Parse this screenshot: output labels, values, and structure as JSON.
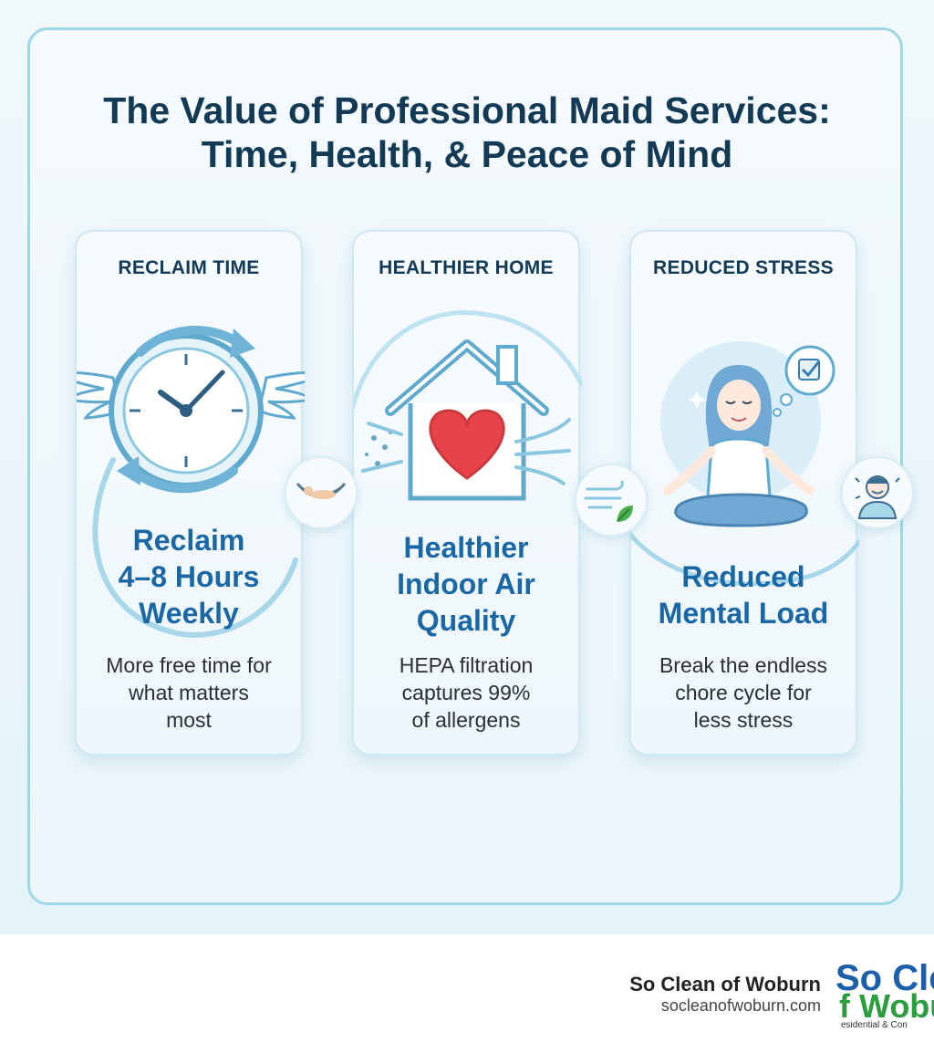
{
  "title": {
    "line1": "The Value of Professional Maid Services:",
    "line2": "Time, Health, & Peace of Mind"
  },
  "cards": [
    {
      "header": "RECLAIM TIME",
      "stat_lines": [
        "Reclaim",
        "4–8 Hours",
        "Weekly"
      ],
      "desc_lines": [
        "More free time for",
        "what matters",
        "most"
      ],
      "icon": "winged-clock-icon"
    },
    {
      "header": "HEALTHIER HOME",
      "stat_lines": [
        "Healthier",
        "Indoor Air",
        "Quality"
      ],
      "desc_lines": [
        "HEPA filtration",
        "captures 99%",
        "of allergens"
      ],
      "icon": "house-heart-icon"
    },
    {
      "header": "REDUCED STRESS",
      "stat_lines": [
        "Reduced",
        "Mental Load"
      ],
      "desc_lines": [
        "Break the endless",
        "chore cycle for",
        "less stress"
      ],
      "icon": "meditating-person-icon"
    }
  ],
  "connectors": [
    "hammock-icon",
    "wind-leaf-icon",
    "smiling-person-icon"
  ],
  "footer": {
    "company": "So Clean of Woburn",
    "url": "socleanofwoburn.com"
  },
  "logo": {
    "line1": "So Cle",
    "line2": "f Wobu",
    "line3": "esidential & Con"
  },
  "colors": {
    "title": "#123a55",
    "stat": "#1a67a6",
    "frame_border": "#9fd7e4",
    "icon_blue": "#5fa9cf",
    "heart": "#e8434a",
    "logo_blue": "#1d5fa8",
    "logo_green": "#2c9d3e"
  }
}
